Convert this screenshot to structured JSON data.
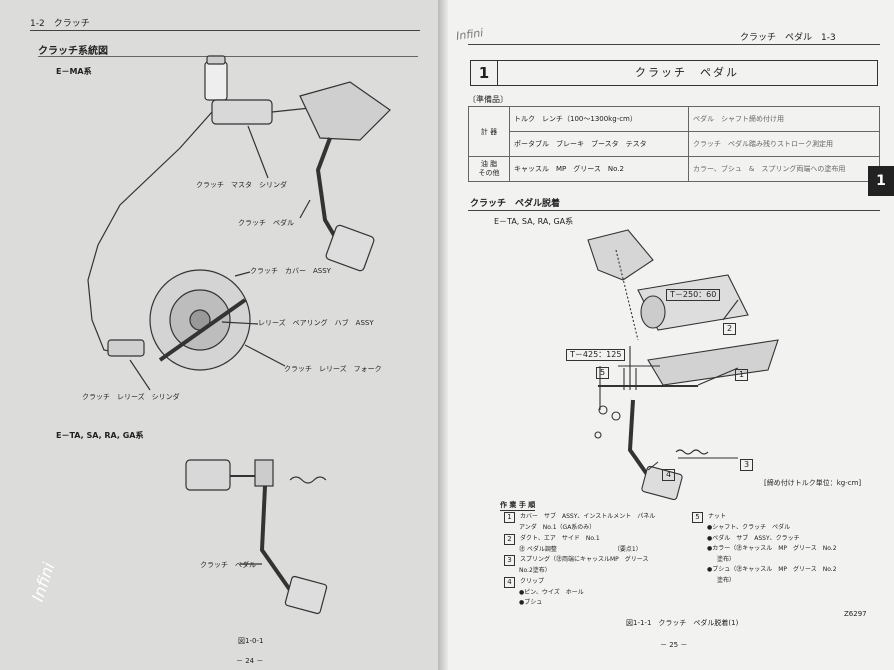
{
  "left": {
    "header": "1-2　クラッチ",
    "section_title": "クラッチ系統図",
    "sub1": "E－MA系",
    "labels": {
      "master_cylinder": "クラッチ　マスタ　シリンダ",
      "pedal": "クラッチ　ペダル",
      "cover": "クラッチ　カバー　ASSY",
      "bearing": "レリーズ　ベアリング　ハブ　ASSY",
      "fork": "クラッチ　レリーズ　フォーク",
      "release_cylinder": "クラッチ　レリーズ　シリンダ"
    },
    "sub2": "E－TA, SA, RA, GA系",
    "pedal2": "クラッチ　ペダル",
    "fig": "図1-0-1",
    "page_no": "－ 24 －",
    "signature": "Infini"
  },
  "right": {
    "watermark": "Infini",
    "header": "クラッチ　ペダル　1-3",
    "chapter_no": "1",
    "chapter_title": "クラッチ　ペダル",
    "prep_label": "〔準備品〕",
    "prep": [
      {
        "group": "計 器",
        "item": "トルク　レンチ（100〜1300kg-cm）",
        "use": "ペダル　シャフト締め付け用"
      },
      {
        "group": "",
        "item": "ポータブル　ブレーキ　ブースタ　テスタ",
        "use": "クラッチ　ペダル踏み残りストローク測定用"
      },
      {
        "group": "油 脂\nその他",
        "item": "キャッスル　MP　グリース　No.2",
        "use": "カラー、ブシュ　&　スプリング両端への塗布用"
      }
    ],
    "removal_title": "クラッチ　ペダル脱着",
    "removal_sub": "E－TA, SA, RA, GA系",
    "callouts": {
      "t1": "T－250：60",
      "t2": "T－425：125",
      "n1": "1",
      "n2": "2",
      "n3": "3",
      "n4": "4",
      "n5": "5"
    },
    "torque_unit": "[締め付けトルク単位：kg-cm]",
    "steps_title": "作 業 手 順",
    "steps_left": [
      {
        "no": "1",
        "text": "カバー　サブ　ASSY、インストルメント　パネル"
      },
      {
        "no": "",
        "text": "アンダ　No.1（GA系のみ）"
      },
      {
        "no": "2",
        "text": "ダクト、エア　サイド　No.1"
      },
      {
        "no": "",
        "text": "㊟ ペダル調整　　　　　　　　　　（要点1）"
      },
      {
        "no": "3",
        "text": "スプリング（㊟両端にキャッスルMP　グリース"
      },
      {
        "no": "",
        "text": "No.2塗布）"
      },
      {
        "no": "4",
        "text": "クリップ"
      },
      {
        "no": "",
        "text": "●ピン、ウイズ　ホール"
      },
      {
        "no": "",
        "text": "●ブシュ"
      }
    ],
    "steps_right": [
      {
        "no": "5",
        "text": "ナット"
      },
      {
        "no": "",
        "text": "●シャフト、クラッチ　ペダル"
      },
      {
        "no": "",
        "text": "●ペダル　サブ　ASSY、クラッチ"
      },
      {
        "no": "",
        "text": "●カラー（㊟キャッスル　MP　グリース　No.2"
      },
      {
        "no": "",
        "text": "塗布）"
      },
      {
        "no": "",
        "text": "●ブシュ（㊟キャッスル　MP　グリース　No.2"
      },
      {
        "no": "",
        "text": "塗布）"
      }
    ],
    "fig": "図1-1-1　クラッチ　ペダル脱着(1)",
    "fig_code": "Z6297",
    "page_no": "－ 25 －",
    "side_tab": "1"
  }
}
